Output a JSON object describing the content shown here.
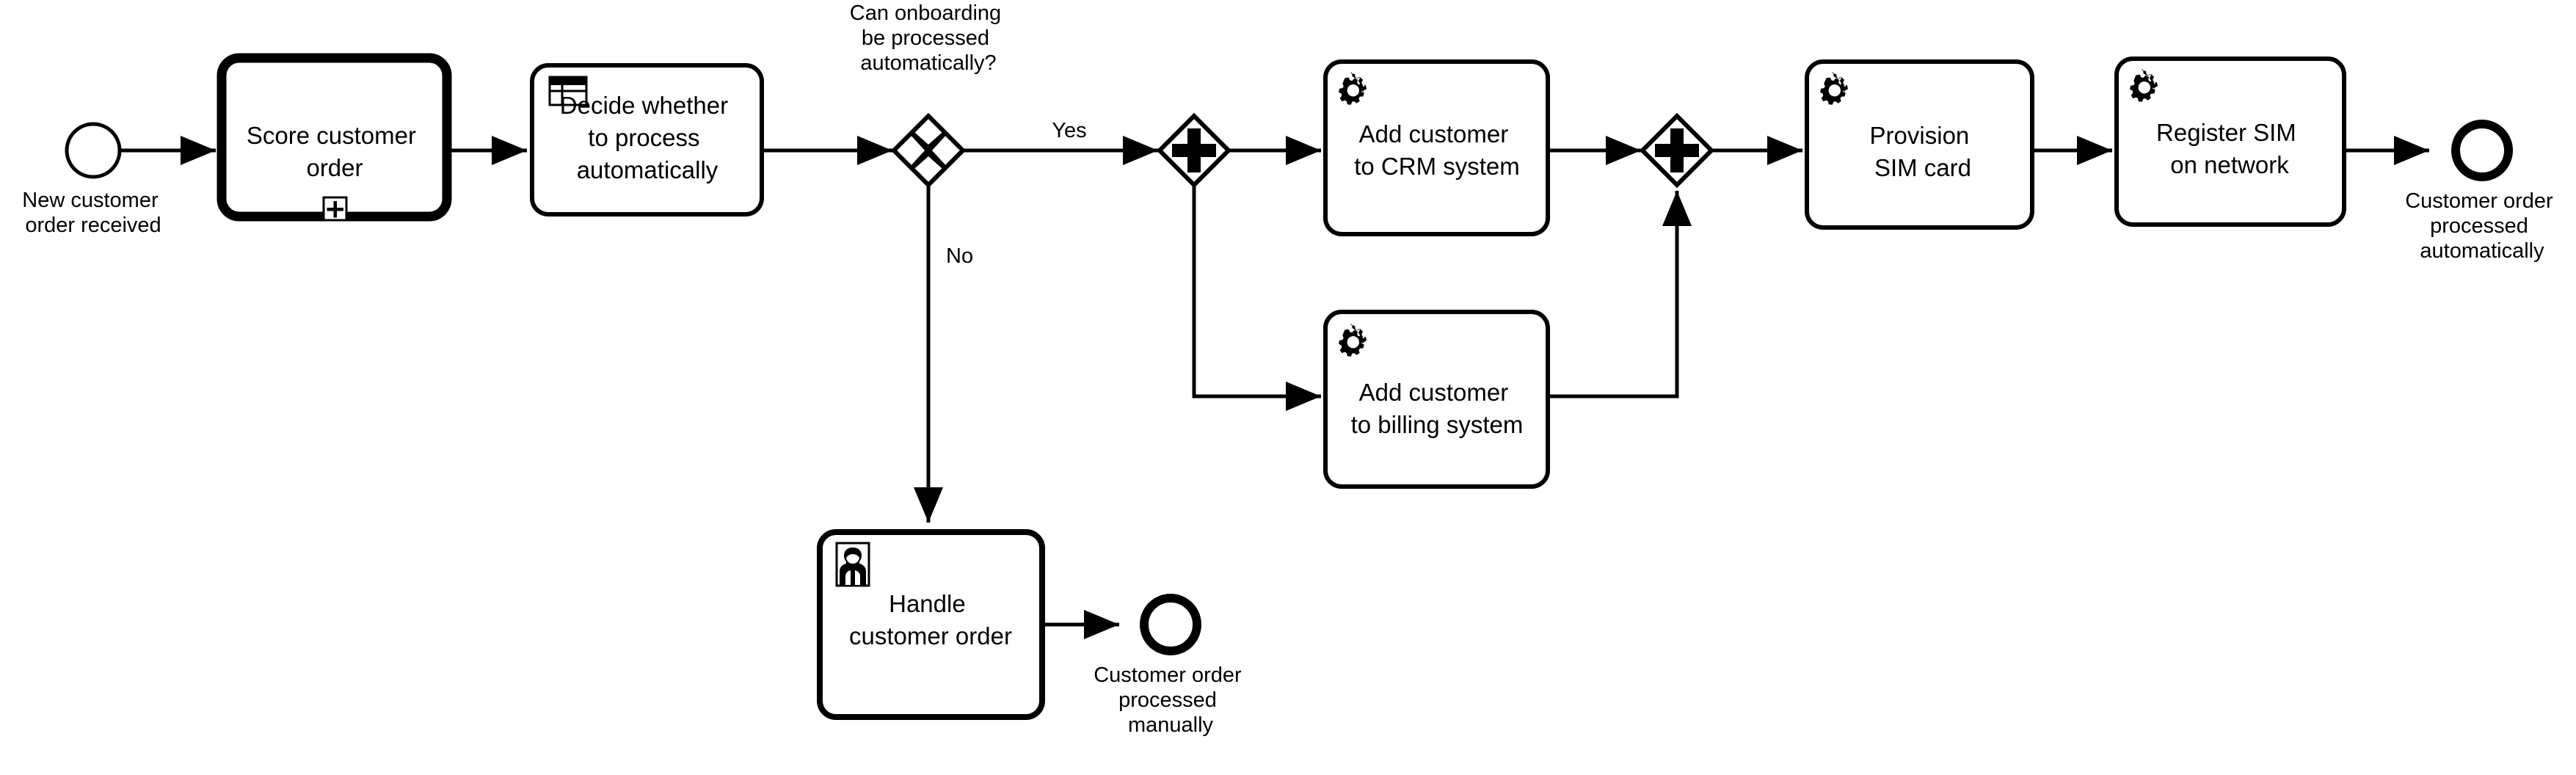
{
  "diagram": {
    "type": "bpmn-process",
    "title": "Customer order onboarding process",
    "background_color": "#ffffff",
    "stroke_color": "#000000"
  },
  "events": {
    "start": {
      "id": "start-event",
      "kind": "start-event",
      "label": "New customer\norder received",
      "label_line1": "New customer",
      "label_line2": "order received"
    },
    "end_auto": {
      "id": "end-event-automatic",
      "kind": "end-event",
      "label_line1": "Customer order",
      "label_line2": "processed",
      "label_line3": "automatically"
    },
    "end_manual": {
      "id": "end-event-manual",
      "kind": "end-event",
      "label_line1": "Customer order",
      "label_line2": "processed",
      "label_line3": "manually"
    }
  },
  "tasks": [
    {
      "id": "score-customer-order",
      "kind": "call-activity",
      "icon": "plus-box-marker-icon",
      "marker": "+",
      "lines": [
        "Score customer",
        "order"
      ]
    },
    {
      "id": "decide-whether-to-process-automatically",
      "kind": "business-rule-task",
      "icon": "table-icon",
      "lines": [
        "Decide whether",
        "to process",
        "automatically"
      ]
    },
    {
      "id": "add-customer-to-crm-system",
      "kind": "service-task",
      "icon": "gears-icon",
      "lines": [
        "Add customer",
        "to CRM system"
      ]
    },
    {
      "id": "add-customer-to-billing-system",
      "kind": "service-task",
      "icon": "gears-icon",
      "lines": [
        "Add customer",
        "to billing system"
      ]
    },
    {
      "id": "provision-sim-card",
      "kind": "service-task",
      "icon": "gears-icon",
      "lines": [
        "Provision",
        "SIM card"
      ]
    },
    {
      "id": "register-sim-on-network",
      "kind": "service-task",
      "icon": "gears-icon",
      "lines": [
        "Register SIM",
        "on network"
      ]
    },
    {
      "id": "handle-customer-order",
      "kind": "user-task",
      "icon": "person-icon",
      "lines": [
        "Handle",
        "customer order"
      ]
    }
  ],
  "gateways": [
    {
      "id": "can-onboarding-be-processed-automatically",
      "kind": "exclusive-gateway",
      "symbol": "X",
      "label_line1": "Can onboarding",
      "label_line2": "be processed",
      "label_line3": "automatically?"
    },
    {
      "id": "parallel-split-gateway",
      "kind": "parallel-gateway",
      "symbol": "+",
      "label": ""
    },
    {
      "id": "parallel-join-gateway",
      "kind": "parallel-gateway",
      "symbol": "+",
      "label": ""
    }
  ],
  "flow_labels": {
    "yes": "Yes",
    "no": "No"
  }
}
